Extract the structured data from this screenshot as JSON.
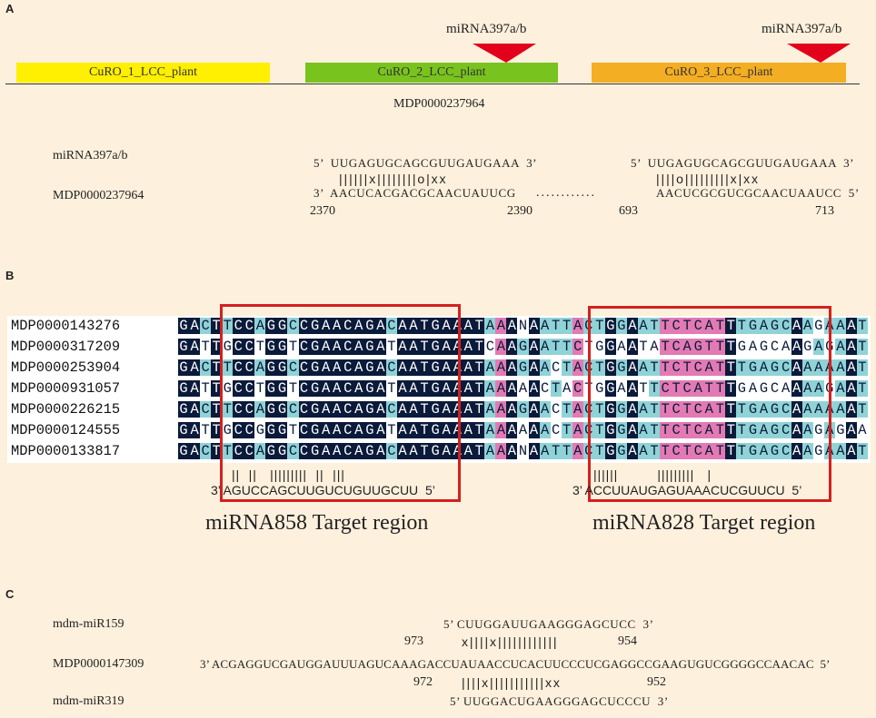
{
  "panels": {
    "a": "A",
    "b": "B",
    "c": "C"
  },
  "panel_a": {
    "genes": [
      {
        "label": "CuRO_1_LCC_plant",
        "color": "#ffef00"
      },
      {
        "label": "CuRO_2_LCC_plant",
        "color": "#79c31e"
      },
      {
        "label": "CuRO_3_LCC_plant",
        "color": "#f4ae23"
      }
    ],
    "mirna_markers": [
      "miRNA397a/b",
      "miRNA397a/b"
    ],
    "gene_id": "MDP0000237964",
    "row_labels": {
      "mirna": "miRNA397a/b",
      "target": "MDP0000237964"
    },
    "left": {
      "mirna": "5’  UUGAGUGCAGCGUUGAUGAAA  3’",
      "pairs": "||||||x||||||||o|xx",
      "target": "3’  AACUCACGACGCAACUAUUCG",
      "start": "2370",
      "end": "2390"
    },
    "dots": "............",
    "right": {
      "mirna": "5’  UUGAGUGCAGCGUUGAUGAAA  3’",
      "pairs": "||||o|||||||||x|xx",
      "target": "AACUCGCGUCGCAACUAAUCC  5’",
      "start": "693",
      "end": "713"
    }
  },
  "panel_b": {
    "sequences": [
      {
        "id": "MDP0000143276",
        "seq": "GACTTCCAGGCCGAACAGACAATGAAATAAANAATTACTGGAATTCTCATTTGAGCAAGAAAT"
      },
      {
        "id": "MDP0000317209",
        "seq": "GATTGCCTGGTCGAACAGATAATGAAATCAAGAATTCTGGAATATCAGTTTGAGCAAGAGAAT"
      },
      {
        "id": "MDP0000253904",
        "seq": "GACTTCCAGGCCGAACAGACAATGAAATAAAGAACTACTGGAATTCTCATTTGAGCAAAAAAT"
      },
      {
        "id": "MDP0000931057",
        "seq": "GATTGCCTGGTCGAACAGATAATGAAATAAAAACTACTGGAATTCTCATTTGAGCAAAAGAAT"
      },
      {
        "id": "MDP0000226215",
        "seq": "GACTTCCAGGCCGAACAGACAATGAAATAAAGAACTACTGGAATTCTCATTTGAGCAAAAAAT"
      },
      {
        "id": "MDP0000124555",
        "seq": "GATTGCCGGGTCGAACAGATAATGAAATAAAAAACTACTGGAATTCTCATTTGAGCAAGAGAAT"
      },
      {
        "id": "MDP0000133817",
        "seq": "GACTTCCAGGCCGAACAGACAATGAAATAAANAATTACTGGAATTCTCATTTGAGCAAGAAAT"
      }
    ],
    "mir858": {
      "bars": "||  ||   |||||||||  ||  |||",
      "seq": "3’ AGUCCAGCUUGUCUGUUGCUU  5’",
      "label": "miRNA858 Target region"
    },
    "mir828": {
      "bars": "||||||         |||||||||   |",
      "seq": "3’ ACCUUAUGAGUAAACUCGUUCU  5’",
      "label": "miRNA828 Target region"
    }
  },
  "panel_c": {
    "labels": {
      "mir159": "mdm-miR159",
      "target": "MDP0000147309",
      "mir319": "mdm-miR319"
    },
    "mir159_seq": "5’ CUUGGAUUGAAGGGAGCUCC  3’",
    "num_973": "973",
    "pairs_top": "x||||x||||||||||||",
    "num_954": "954",
    "target_seq": "3’ ACGAGGUCGAUGGAUUUAGUCAAAGACCUAUAACCUCACUUCCCUCGAGGCCGAAGUGUCGGGGCCAACAC  5’",
    "num_972": "972",
    "pairs_bottom": "||||x|||||||||||xx",
    "num_952": "952",
    "mir319_seq": "5’ UUGGACUGAAGGGAGCUCCCU  3’"
  },
  "colors": {
    "background": "#fdf0dc",
    "dark": "#0a1a3a",
    "cyan": "#8fd3d6",
    "pink": "#e37ab3",
    "red": "#d32020"
  }
}
